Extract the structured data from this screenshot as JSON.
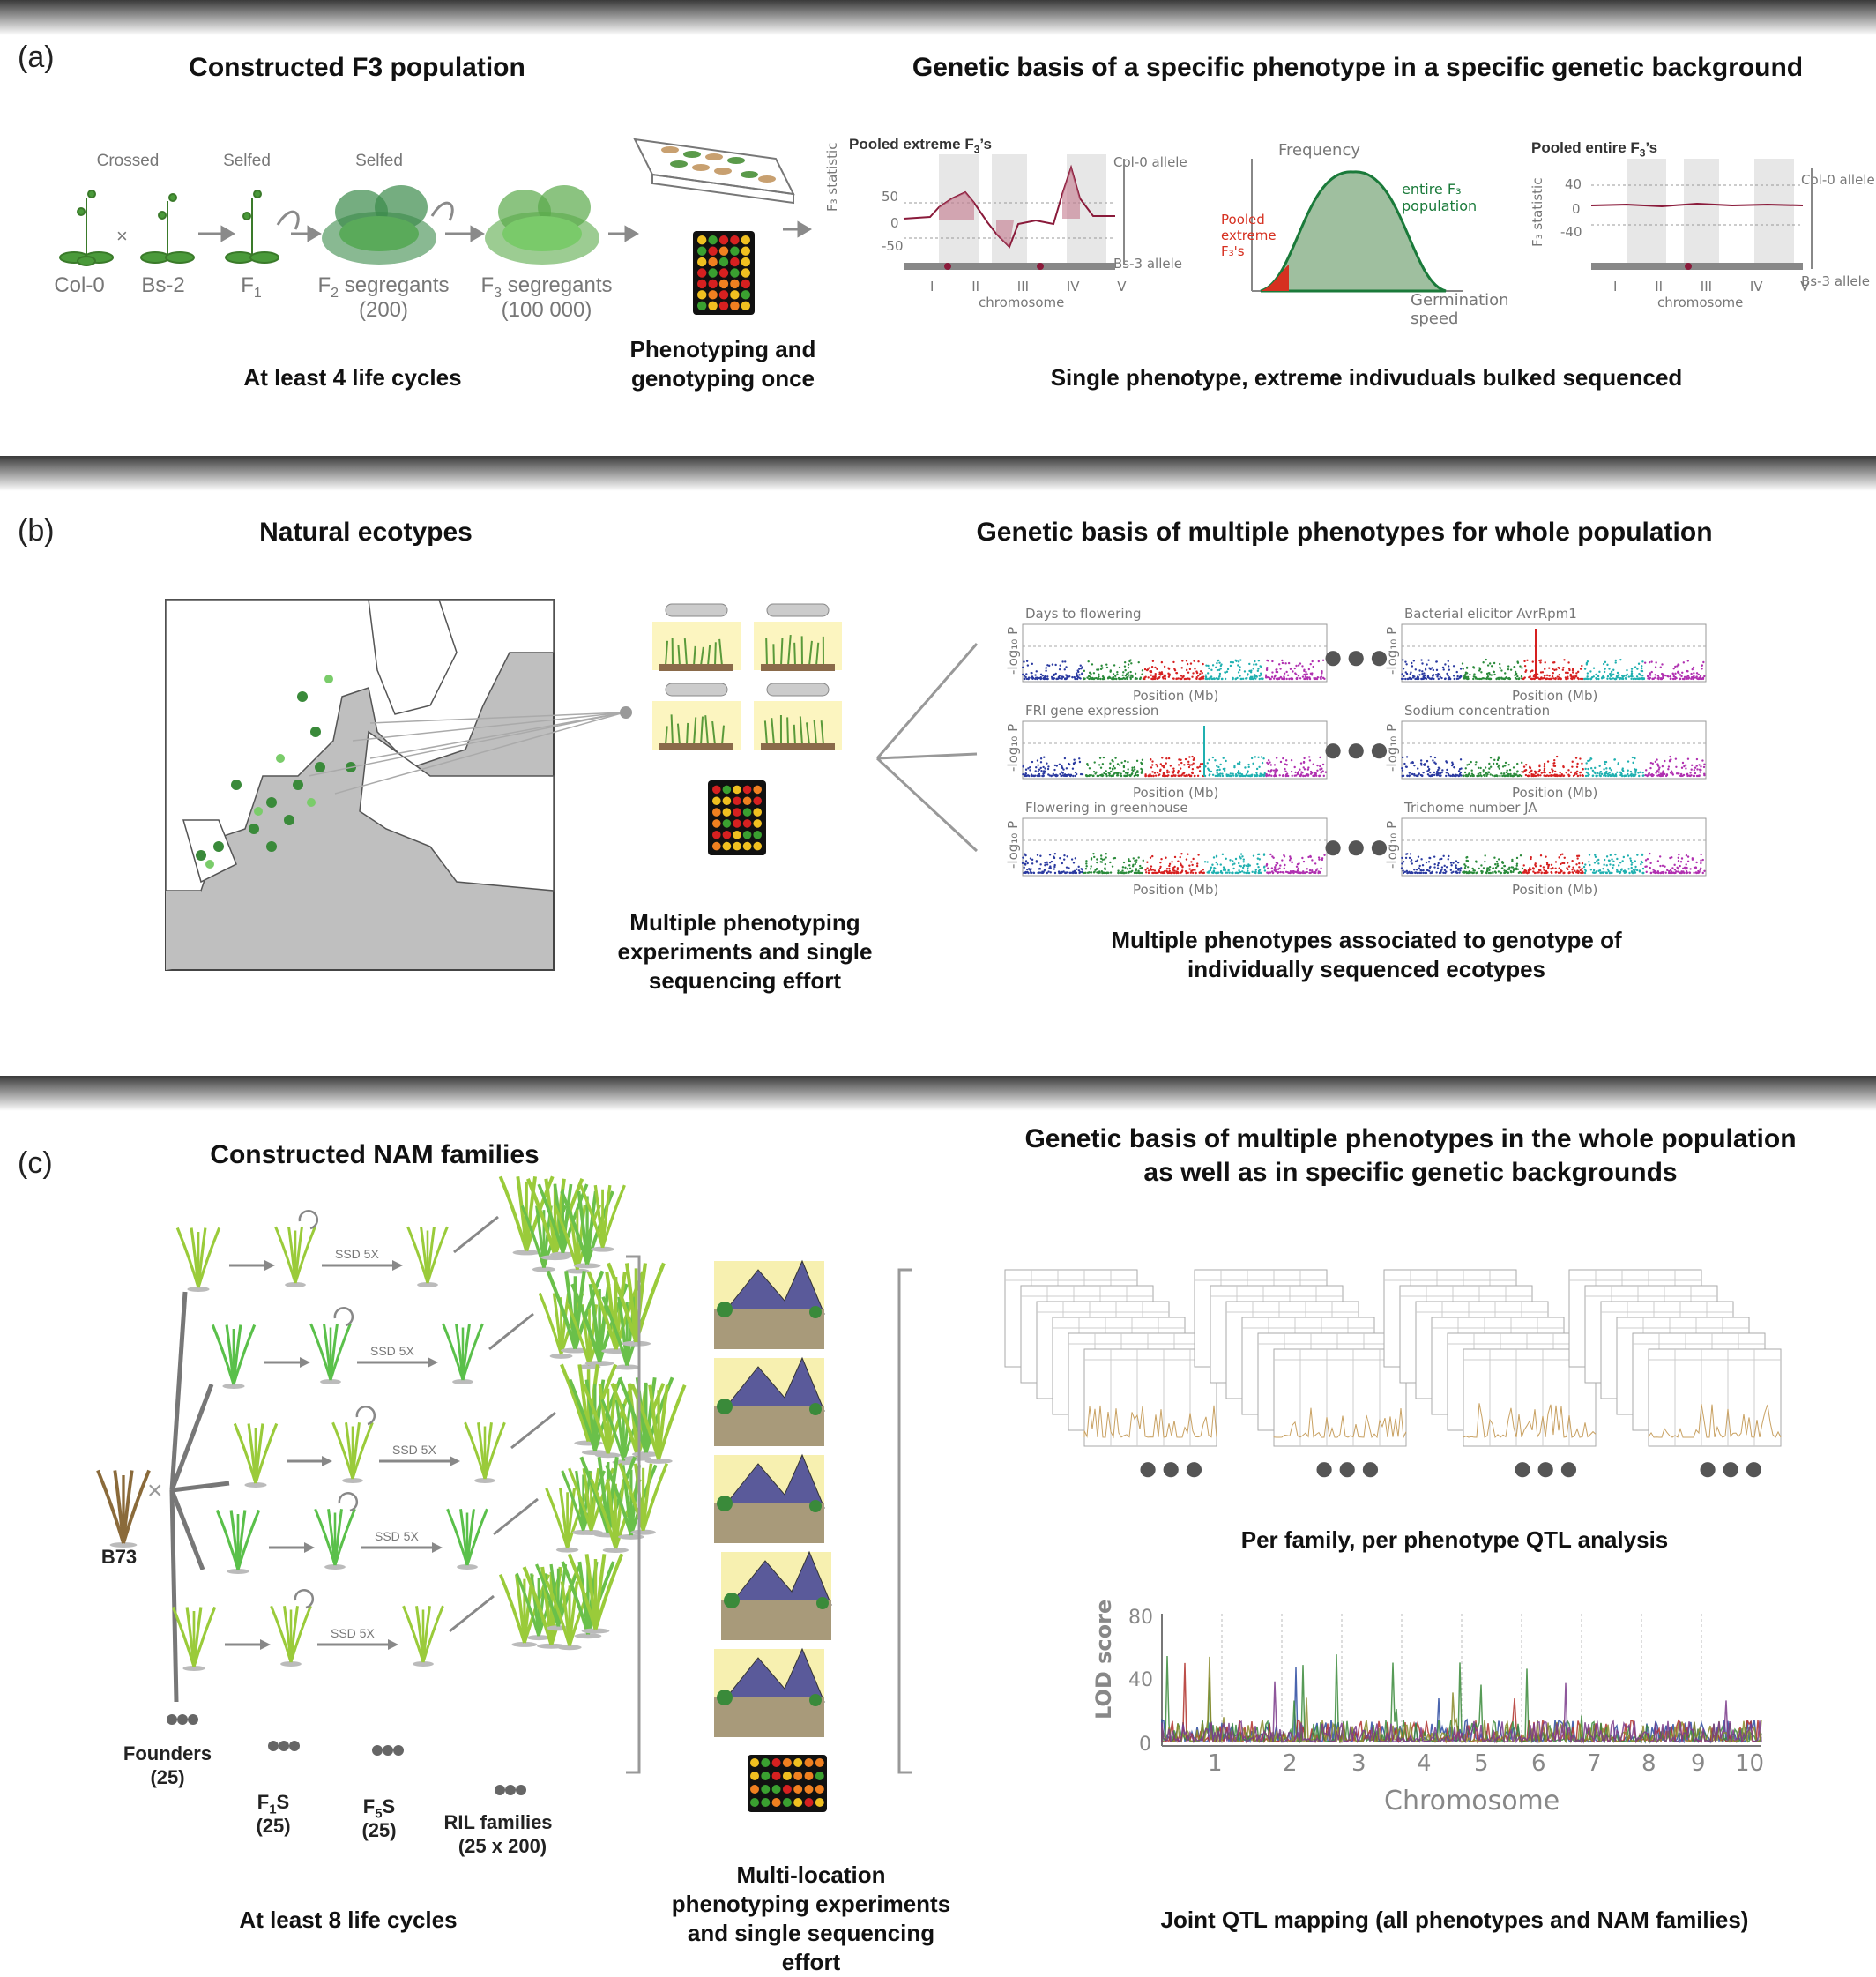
{
  "panel_a": {
    "letter": "(a)",
    "title_left": "Constructed F3 population",
    "title_right": "Genetic basis of a specific  phenotype in a specific genetic background",
    "crossed": "Crossed",
    "selfed1": "Selfed",
    "selfed2": "Selfed",
    "col0": "Col-0",
    "times": "×",
    "bs2": "Bs-2",
    "f1": "F",
    "f1_sub": "1",
    "f2": "F",
    "f2_sub": "2",
    "f2_rest": " segregants",
    "f2_count": "(200)",
    "f3": "F",
    "f3_sub": "3",
    "f3_rest": " segregants",
    "f3_count": "(100 000)",
    "caption_left": "At least 4 life cycles",
    "caption_mid": "Phenotyping and genotyping once",
    "caption_right": "Single phenotype, extreme indivuduals bulked sequenced",
    "plot1_title": "Pooled extreme F",
    "plot1_title_sub": "3",
    "plot1_title_end": "’s",
    "plot2_title": "Pooled entire F",
    "plot2_title_sub": "3",
    "plot2_title_end": "’s",
    "fstat_label": "F₃ statistic",
    "fstat_label2": "F₃ statistic",
    "ytick_50": "50",
    "ytick_0": "0",
    "ytick_m50": "-50",
    "ytick_40": "40",
    "ytick_0b": "0",
    "ytick_m40": "-40",
    "col0_allele": "Col-0 allele",
    "bs3_allele": "Bs-3 allele",
    "col0_allele2": "Col-0 allele",
    "bs3_allele2": "Bs-3 allele",
    "chromosome": "chromosome",
    "chromosome2": "chromosome",
    "chr_ticks": [
      "I",
      "II",
      "III",
      "IV",
      "V"
    ],
    "dist_ylabel": "Frequency",
    "dist_xlabel": "Germination speed",
    "pooled_extreme": "Pooled extreme F₃'s",
    "entire_population": "entire F₃ population"
  },
  "panel_b": {
    "letter": "(b)",
    "title_left": "Natural ecotypes",
    "title_right": "Genetic basis of multiple phenotypes for whole population",
    "caption_mid": "Multiple phenotyping experiments and single sequencing effort",
    "caption_right": "Multiple phenotypes associated to genotype of individually sequenced ecotypes",
    "plots": [
      {
        "title": "Days to flowering"
      },
      {
        "title": "Bacterial elicitor AvrRpm1"
      },
      {
        "title": "FRI gene expression"
      },
      {
        "title": "Sodium concentration"
      },
      {
        "title": "Flowering in greenhouse"
      },
      {
        "title": "Trichome number JA"
      }
    ],
    "ylabel": "-log₁₀ P",
    "xlabel": "Position (Mb)"
  },
  "panel_c": {
    "letter": "(c)",
    "title_left": "Constructed NAM families",
    "title_right_1": "Genetic basis of multiple phenotypes in the whole population",
    "title_right_2": "as well as in specific genetic backgrounds",
    "b73": "B73",
    "times": "×",
    "ssd": [
      "SSD 5X",
      "SSD 5X",
      "SSD 5X",
      "SSD 5X",
      "SSD 5X"
    ],
    "founders": "Founders",
    "founders_count": "(25)",
    "f1s": "F",
    "f1s_sub": "1",
    "f1s_end": "S",
    "f1s_count": "(25)",
    "f5s": "F",
    "f5s_sub": "5",
    "f5s_end": "S",
    "f5s_count": "(25)",
    "ril": "RIL families",
    "ril_count": "(25 x 200)",
    "caption_left": "At least 8 life cycles",
    "caption_mid": "Multi-location phenotyping experiments and single sequencing effort",
    "caption_perfamily": "Per family, per phenotype QTL analysis",
    "caption_joint": "Joint QTL mapping (all phenotypes and NAM families)",
    "lod_label": "LOD score",
    "lod_ticks": [
      "80",
      "40",
      "0"
    ],
    "chrom_label": "Chromosome",
    "chrom_ticks": [
      "1",
      "2",
      "3",
      "4",
      "5",
      "6",
      "7",
      "8",
      "9",
      "10"
    ]
  },
  "colors": {
    "plant_green": "#4a9a3a",
    "pooled_red": "#8a1a3a",
    "dist_green": "#1a7a3a",
    "arrow_gray": "#8a8a8a"
  }
}
